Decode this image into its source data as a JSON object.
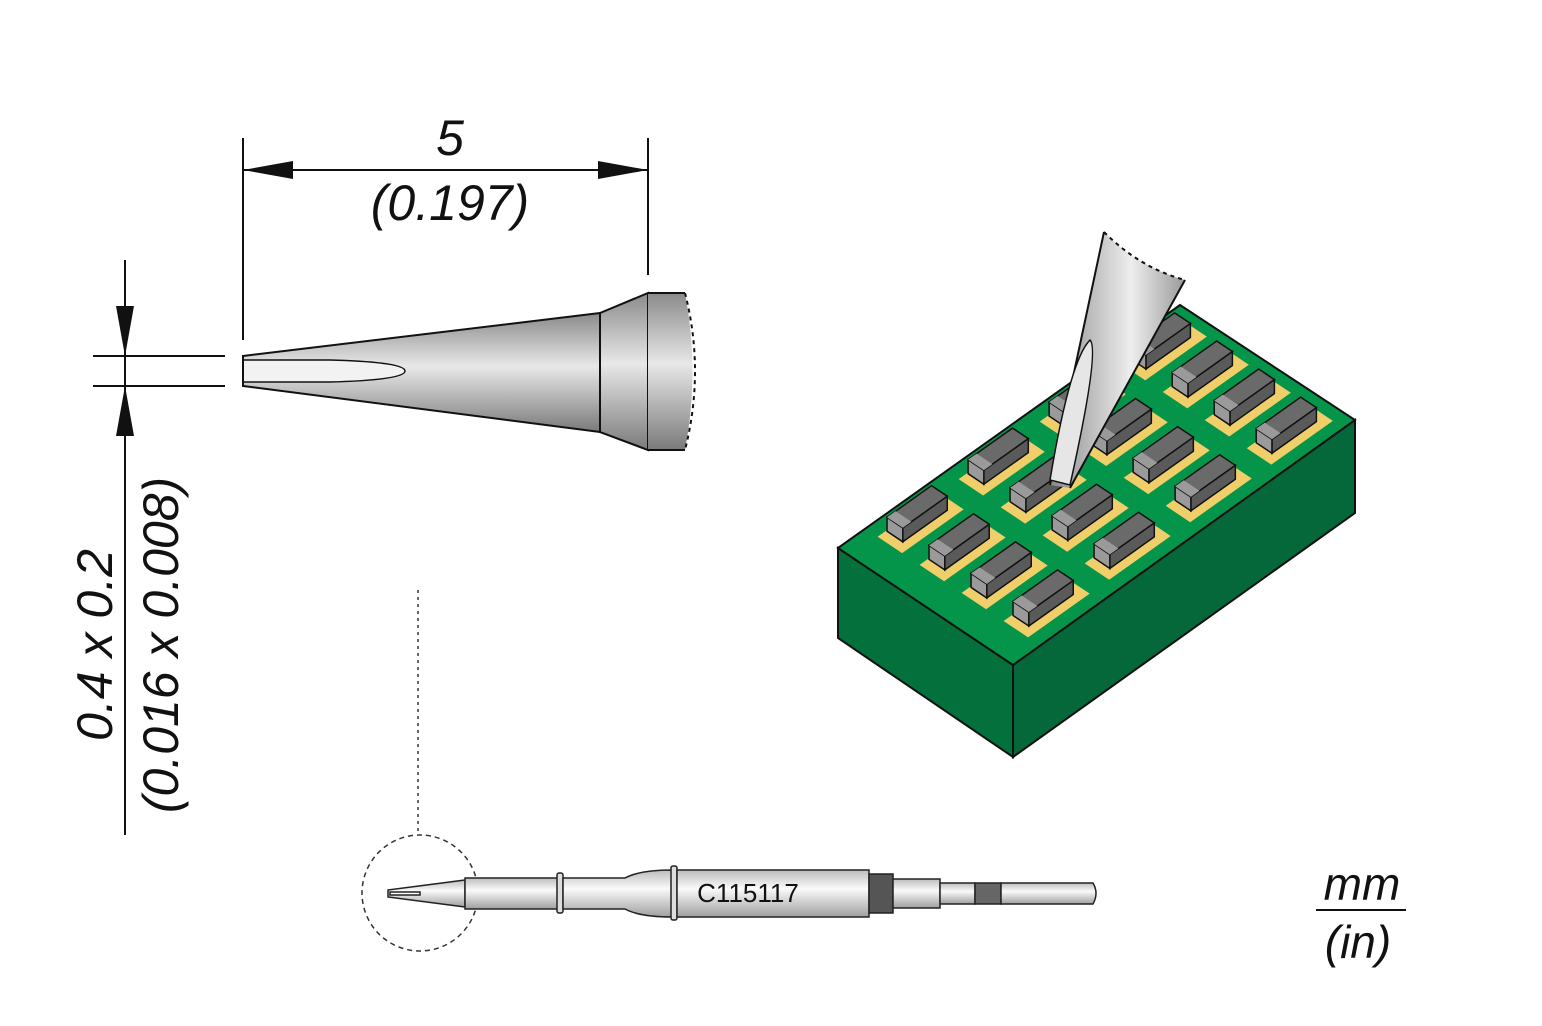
{
  "dimensions": {
    "length_mm": "5",
    "length_in": "(0.197)",
    "tip_mm": "0.4 x 0.2",
    "tip_in": "(0.016 x 0.008)"
  },
  "cartridge": {
    "part_number": "C115117"
  },
  "units": {
    "primary": "mm",
    "secondary": "(in)"
  },
  "colors": {
    "board_top": "#05954a",
    "board_side": "#04683a",
    "pad": "#f0cf6a",
    "chip": "#5a5a5a",
    "chip_end": "#9a9a9a"
  }
}
